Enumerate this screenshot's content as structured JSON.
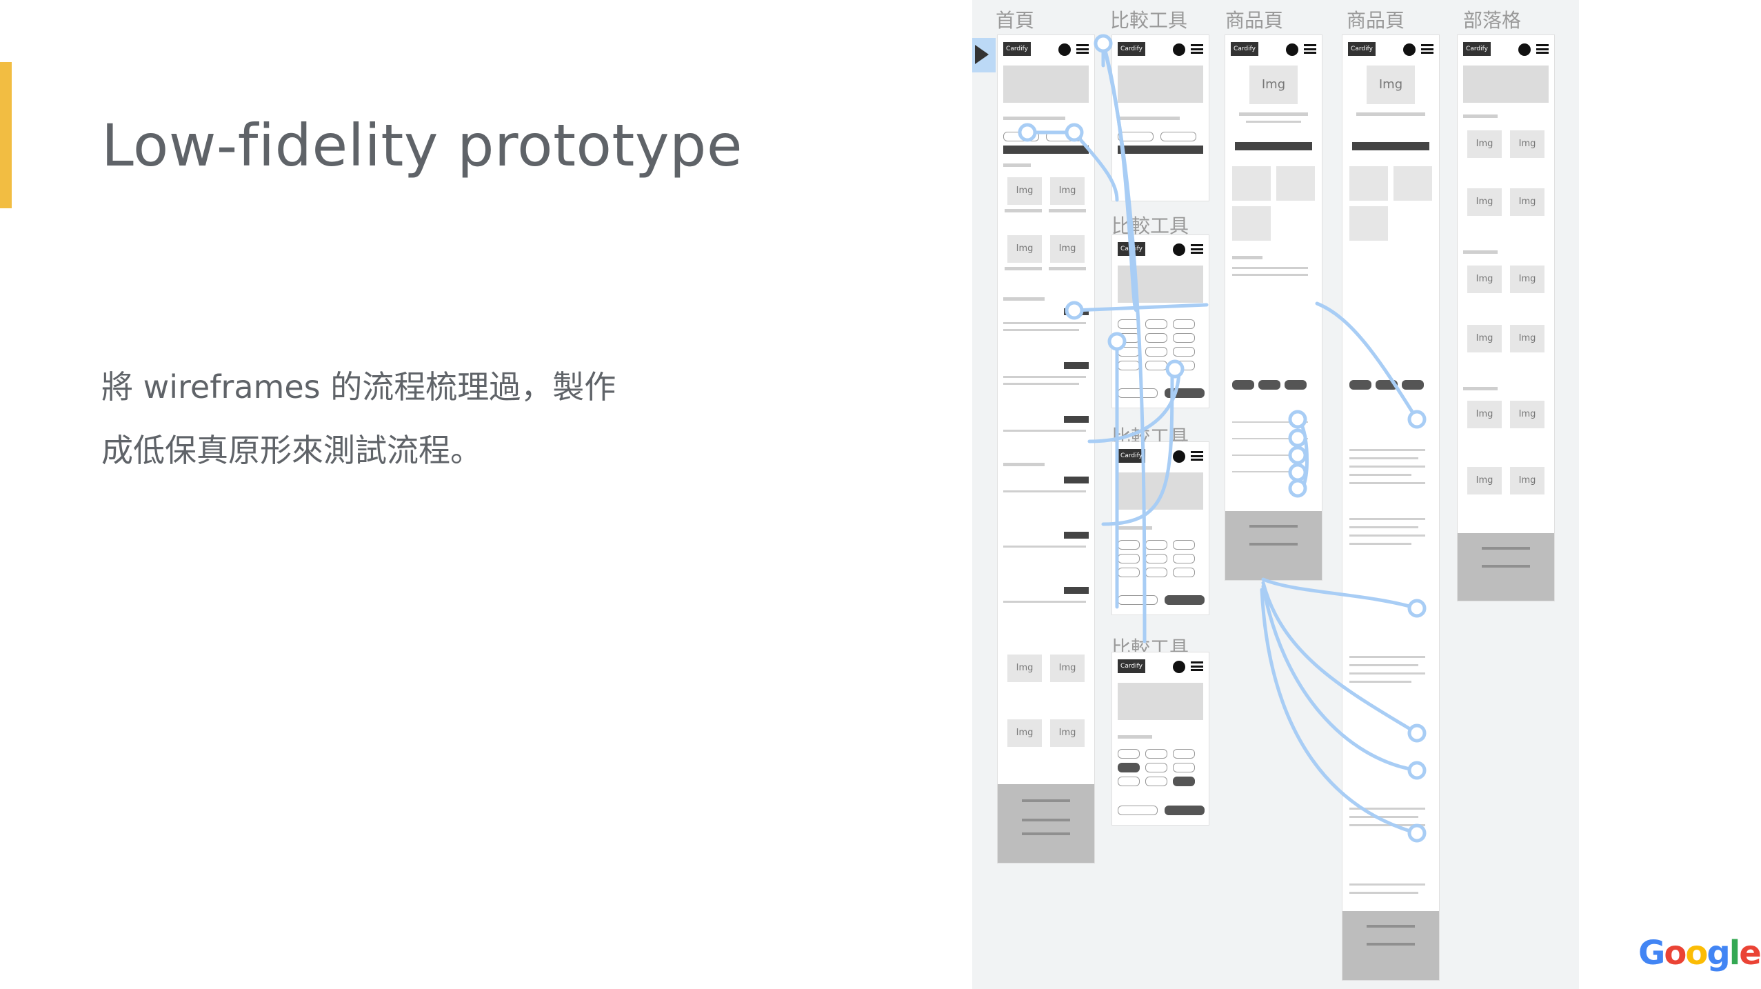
{
  "slide": {
    "title": "Low-fidelity prototype",
    "description_line1": "將 wireframes 的流程梳理過，製作",
    "description_line2": "成低保真原形來測試流程。"
  },
  "prototype": {
    "column_labels": [
      "首頁",
      "比較工具",
      "商品頁",
      "商品頁",
      "部落格"
    ],
    "secondary_labels": [
      "比較工具",
      "比較工具",
      "比較工具"
    ],
    "brand": "Cardify",
    "img_placeholder": "Img"
  },
  "brand_logo": {
    "text": "Google",
    "letters": [
      {
        "char": "G",
        "color": "#4285f4"
      },
      {
        "char": "o",
        "color": "#ea4335"
      },
      {
        "char": "o",
        "color": "#fbbc05"
      },
      {
        "char": "g",
        "color": "#4285f4"
      },
      {
        "char": "l",
        "color": "#34a853"
      },
      {
        "char": "e",
        "color": "#ea4335"
      }
    ]
  },
  "colors": {
    "accent": "#f2bd42",
    "text": "#5f6368",
    "flow_line": "#a8cdf5"
  }
}
